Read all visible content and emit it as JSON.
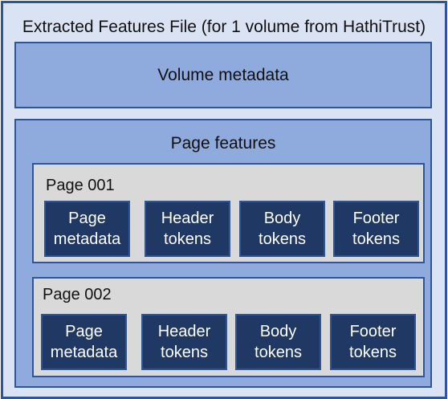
{
  "title": "Extracted Features File (for 1 volume from HathiTrust)",
  "volume_metadata": "Volume metadata",
  "page_features": {
    "title": "Page features",
    "pages": [
      {
        "label": "Page 001",
        "cells": [
          {
            "line1": "Page",
            "line2": "metadata"
          },
          {
            "line1": "Header",
            "line2": "tokens"
          },
          {
            "line1": "Body",
            "line2": "tokens"
          },
          {
            "line1": "Footer",
            "line2": "tokens"
          }
        ]
      },
      {
        "label": "Page 002",
        "cells": [
          {
            "line1": "Page",
            "line2": "metadata"
          },
          {
            "line1": "Header",
            "line2": "tokens"
          },
          {
            "line1": "Body",
            "line2": "tokens"
          },
          {
            "line1": "Footer",
            "line2": "tokens"
          }
        ]
      }
    ]
  },
  "colors": {
    "outer_fill": "#dae3f3",
    "border": "#2f5597",
    "section_fill": "#8faadc",
    "page_fill": "#d9d9d9",
    "cell_fill": "#203864"
  }
}
